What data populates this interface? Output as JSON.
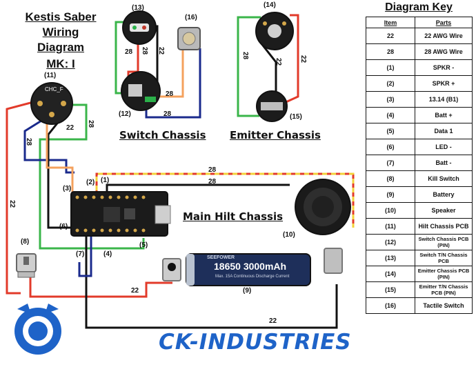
{
  "title_line1": "Kestis Saber Wiring",
  "title_line2": "Diagram",
  "title_line3": "MK: I",
  "sections": {
    "switch": "Switch Chassis",
    "emitter": "Emitter Chassis",
    "main": "Main Hilt Chassis"
  },
  "brand": "CK-INDUSTRIES",
  "key": {
    "title": "Diagram Key",
    "col_item": "Item",
    "col_parts": "Parts",
    "rows": [
      {
        "item": "22",
        "part": "22 AWG Wire"
      },
      {
        "item": "28",
        "part": "28 AWG Wire"
      },
      {
        "item": "(1)",
        "part": "SPKR -"
      },
      {
        "item": "(2)",
        "part": "SPKR +"
      },
      {
        "item": "(3)",
        "part": "13.14 (B1)"
      },
      {
        "item": "(4)",
        "part": "Batt +"
      },
      {
        "item": "(5)",
        "part": "Data 1"
      },
      {
        "item": "(6)",
        "part": "LED -"
      },
      {
        "item": "(7)",
        "part": "Batt -"
      },
      {
        "item": "(8)",
        "part": "Kill Switch"
      },
      {
        "item": "(9)",
        "part": "Battery"
      },
      {
        "item": "(10)",
        "part": "Speaker"
      },
      {
        "item": "(11)",
        "part": "Hilt Chassis PCB"
      },
      {
        "item": "(12)",
        "part": "Switch Chassis PCB (PIN)"
      },
      {
        "item": "(13)",
        "part": "Switch T/N Chassis PCB"
      },
      {
        "item": "(14)",
        "part": "Emitter Chassis PCB (PIN)"
      },
      {
        "item": "(15)",
        "part": "Emitter T/N Chassis PCB (PIN)"
      },
      {
        "item": "(16)",
        "part": "Tactile Switch"
      }
    ]
  },
  "labels": {
    "n1": "(1)",
    "n2": "(2)",
    "n3": "(3)",
    "n4": "(4)",
    "n5": "(5)",
    "n6": "(6)",
    "n7": "(7)",
    "n8": "(8)",
    "n9": "(9)",
    "n10": "(10)",
    "n11": "(11)",
    "n12": "(12)",
    "n13": "(13)",
    "n14": "(14)",
    "n15": "(15)",
    "n16": "(16)"
  },
  "wire_labels": {
    "w28": "28",
    "w22": "22"
  },
  "battery": {
    "text": "18650 3000mAh",
    "brand": "SEEFOWER",
    "small": "Max. 15A Continuous Discharge Current"
  },
  "pcb_text": "CHC_F",
  "colors": {
    "red": "#e23a2a",
    "green": "#3ab54a",
    "navy": "#1a2a8c",
    "orange": "#f4a15d",
    "black": "#111111",
    "yellow": "#f3d23a",
    "brand_blue": "#1e63c8"
  }
}
